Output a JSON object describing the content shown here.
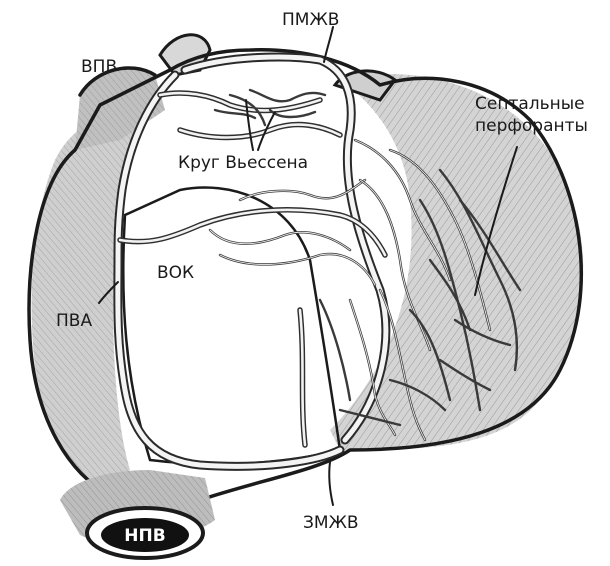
{
  "labels": {
    "vpv": "ВПВ",
    "pmzhv": "ПМЖВ",
    "septal": "Септальные перфоранты",
    "vieussens": "Круг Вьессена",
    "vok": "ВОК",
    "pva": "ПВА",
    "zmzhv": "ЗМЖВ",
    "npv": "НПВ"
  }
}
